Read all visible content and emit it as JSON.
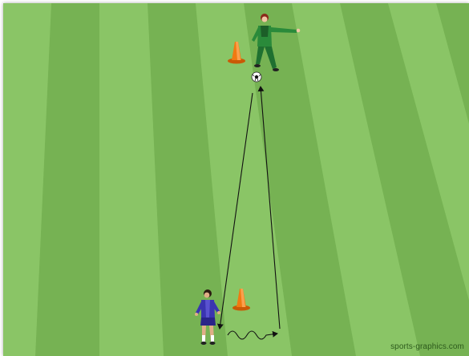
{
  "diagram": {
    "watermark": "sports-graphics.com",
    "colors": {
      "grass_light": "#8ec86a",
      "grass_dark": "#7ab556",
      "cone": "#f07a12",
      "coach_kit": "#2a8a3a",
      "player_kit": "#3a34b0",
      "arrow": "#111111"
    },
    "elements": {
      "coach": "coach-with-ball",
      "player": "player",
      "cones": 2,
      "ball": "soccer-ball"
    }
  }
}
